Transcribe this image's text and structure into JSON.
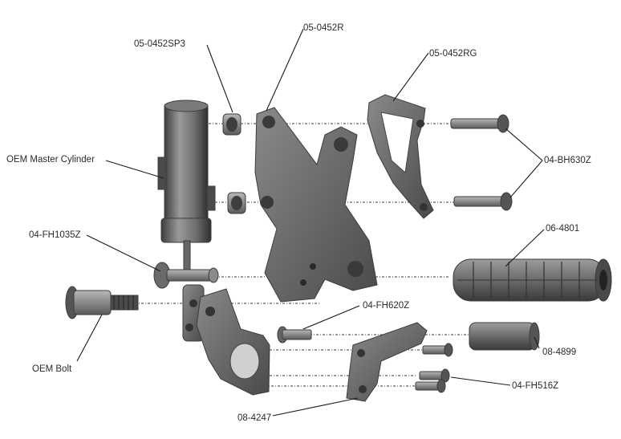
{
  "diagram": {
    "labels": [
      {
        "id": "bolt-05-0452sp3",
        "text": "05-0452SP3"
      },
      {
        "id": "bracket-05-0452r",
        "text": "05-0452R"
      },
      {
        "id": "guard-05-0452rg",
        "text": "05-0452RG"
      },
      {
        "id": "master-cylinder",
        "text": "OEM Master Cylinder"
      },
      {
        "id": "bolts-04-bh630z",
        "text": "04-BH630Z"
      },
      {
        "id": "clevis-04-fh1035z",
        "text": "04-FH1035Z"
      },
      {
        "id": "peg-06-4801",
        "text": "06-4801"
      },
      {
        "id": "screw-04-fh620z",
        "text": "04-FH620Z"
      },
      {
        "id": "oem-bolt",
        "text": "OEM Bolt"
      },
      {
        "id": "spacer-08-4899",
        "text": "08-4899"
      },
      {
        "id": "screws-04-fh516z",
        "text": "04-FH516Z"
      },
      {
        "id": "lever-08-4247",
        "text": "08-4247"
      }
    ]
  }
}
